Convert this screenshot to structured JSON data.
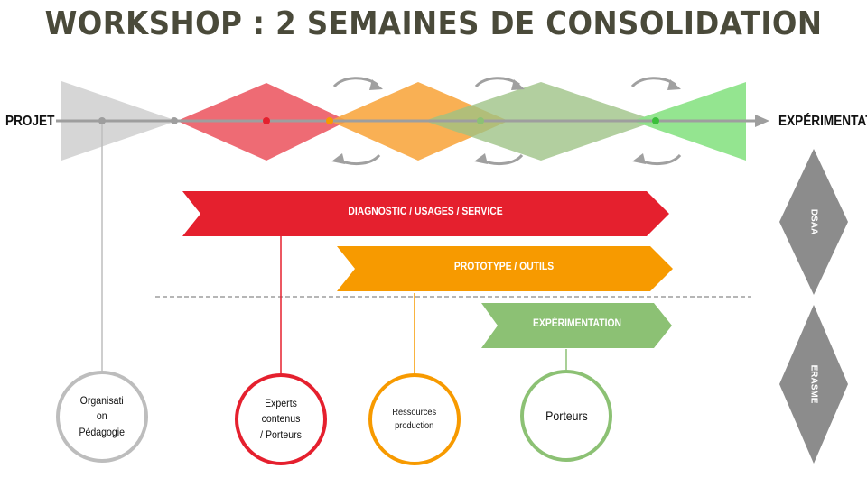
{
  "title": "WORKSHOP : 2 SEMAINES DE CONSOLIDATION",
  "axis": {
    "start_label": "PROJET",
    "end_label": "EXPÉRIMENTATI"
  },
  "bars": [
    {
      "label": "DIAGNOSTIC / USAGES / SERVICE",
      "color": "#e5202e"
    },
    {
      "label": "PROTOTYPE / OUTILS",
      "color": "#f79a00"
    },
    {
      "label": "EXPÉRIMENTATION",
      "color": "#8cc174"
    }
  ],
  "circles": [
    {
      "label": "Organisati\non\nPédagogie",
      "color": "#bdbdbd"
    },
    {
      "label": "Experts\ncontenus\n/ Porteurs",
      "color": "#e5202e"
    },
    {
      "label": "Ressources\nproduction",
      "color": "#f79a00"
    },
    {
      "label": "Porteurs",
      "color": "#8cc174"
    }
  ],
  "side_labels": [
    "DSAA",
    "ERASME"
  ],
  "colors": {
    "title": "#4a4a3a",
    "grey_shape": "#d6d6d6",
    "red_shape": "#ee6b74",
    "orange_shape": "#f8a53c",
    "green_shape": "#9cc184",
    "bright_green_shape": "#8ee48a",
    "side_diamond": "#8c8c8c",
    "axis": "#9e9e9e",
    "connector_arrow": "#9e9e9e"
  }
}
